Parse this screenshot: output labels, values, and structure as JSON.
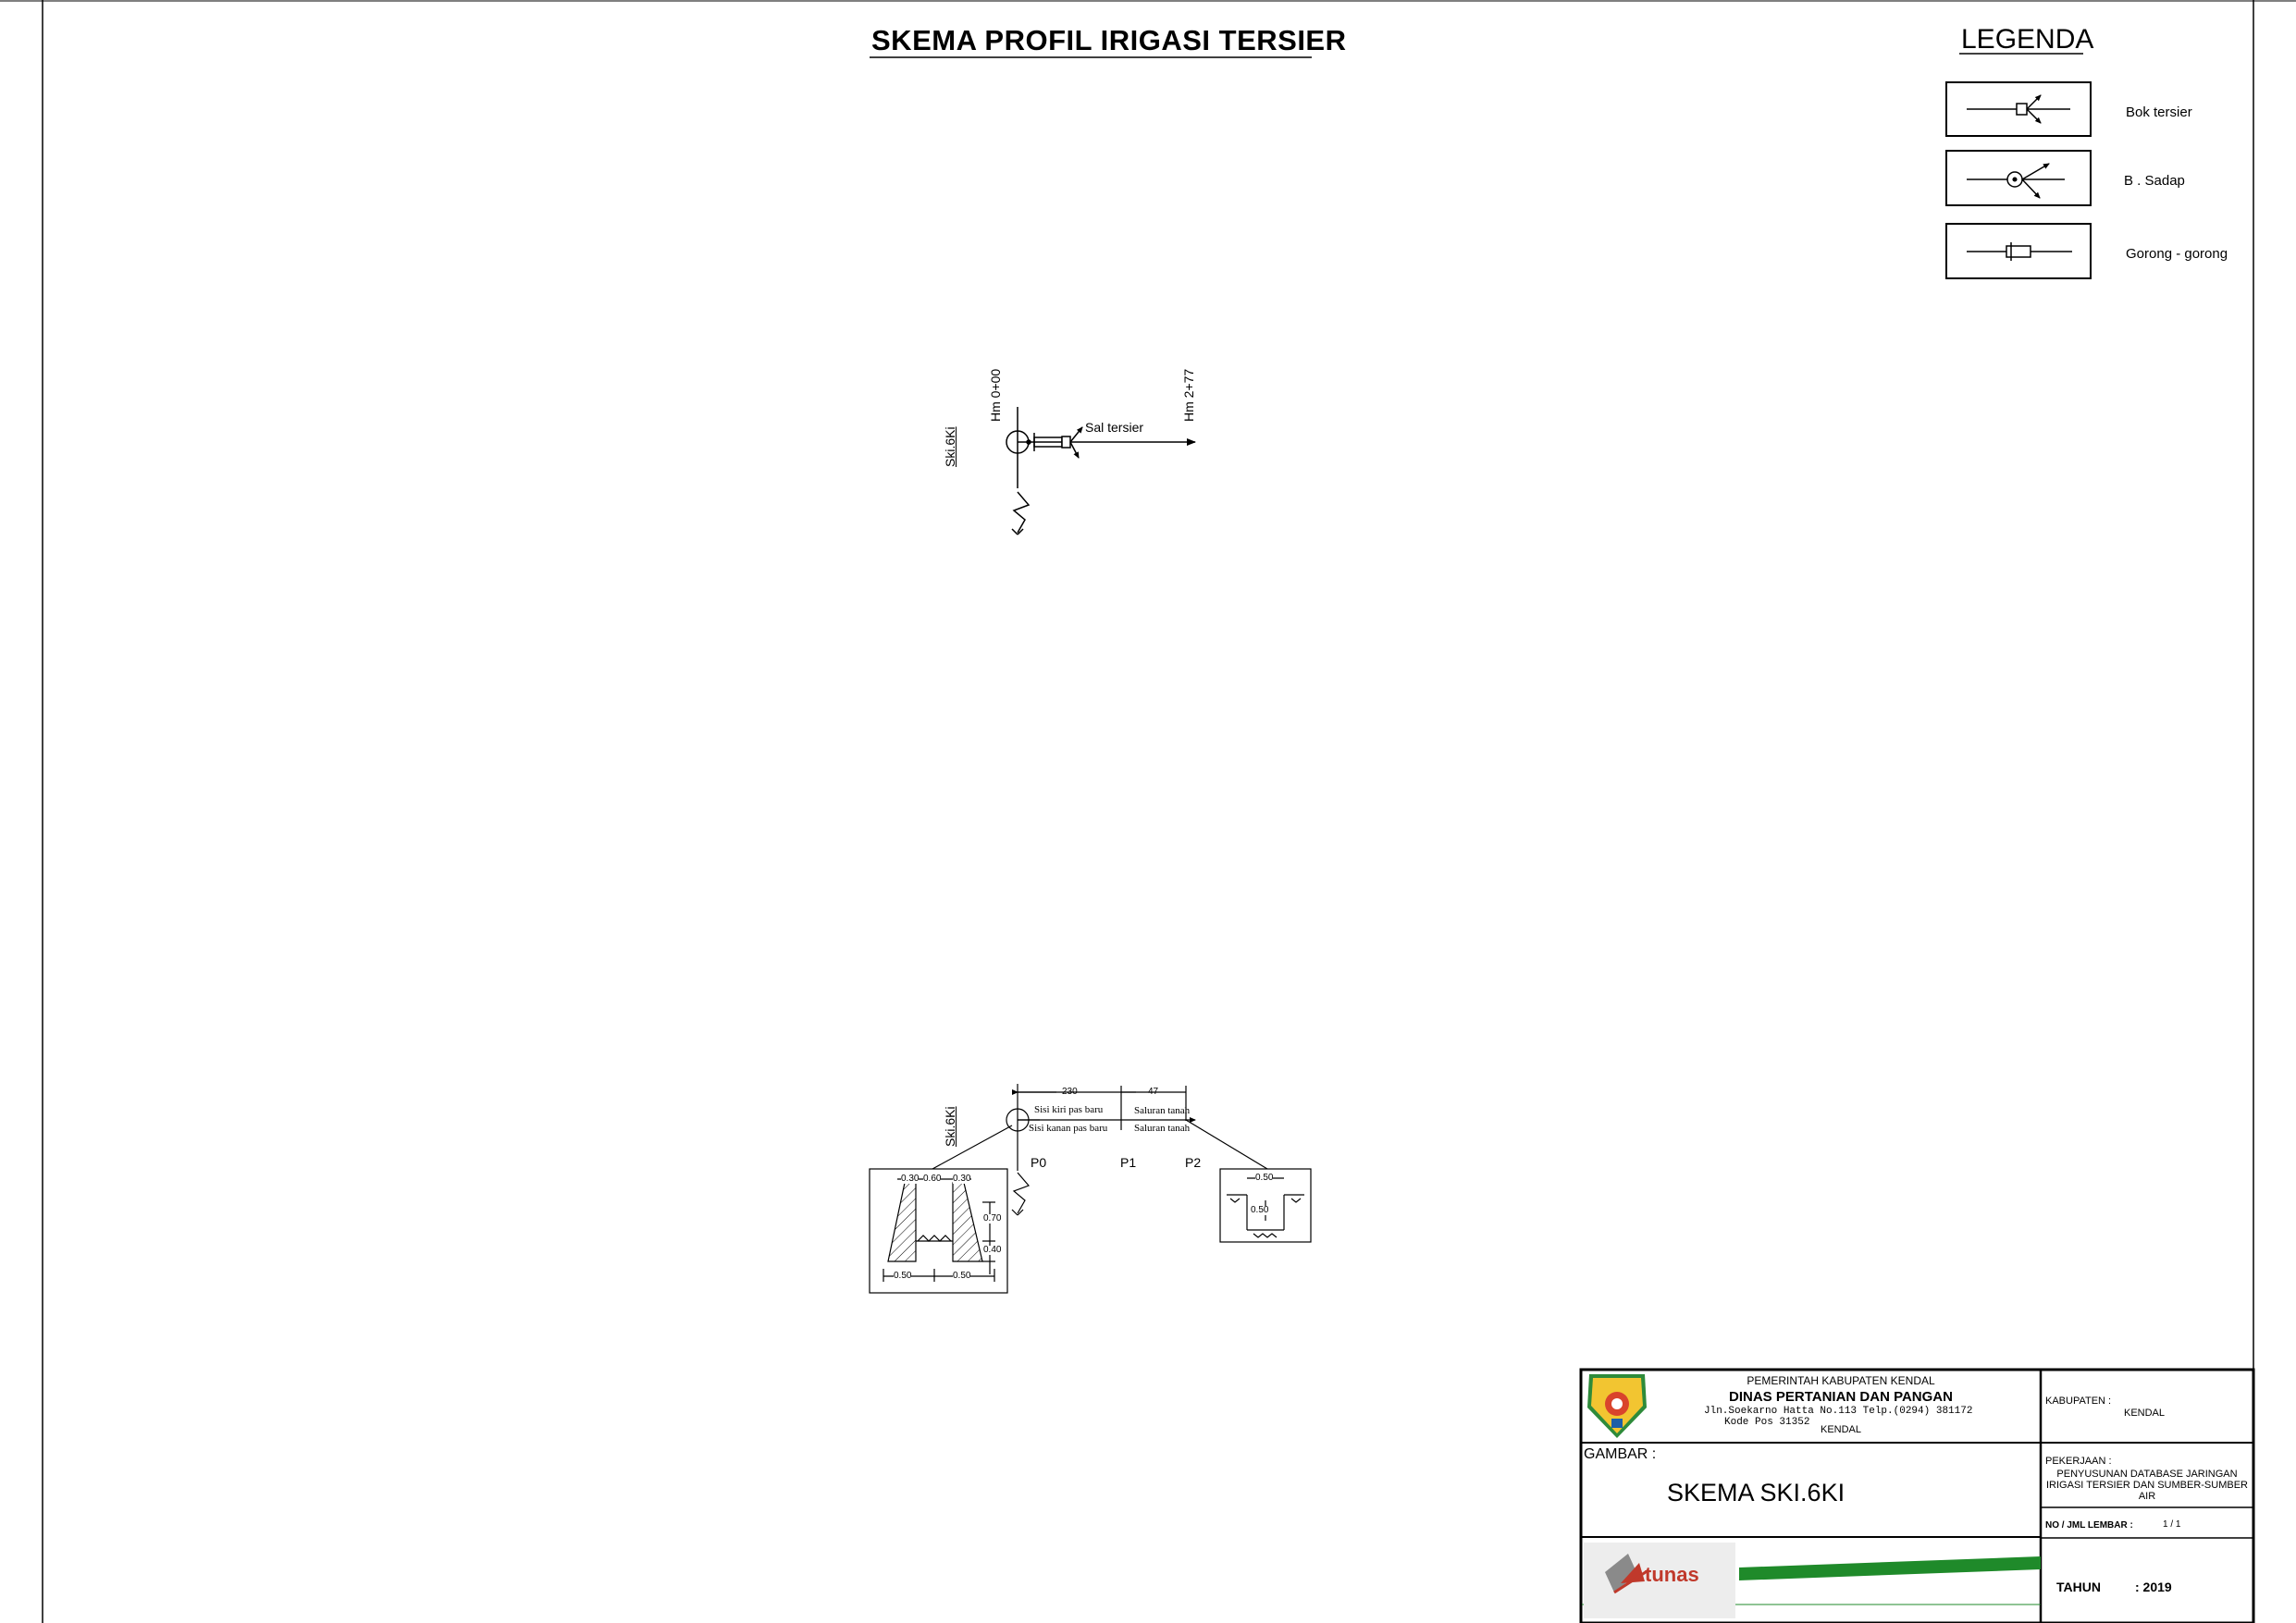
{
  "title": "SKEMA PROFIL IRIGASI TERSIER",
  "legend": {
    "heading": "LEGENDA",
    "items": [
      {
        "icon": "bok-tersier-icon",
        "label": "Bok tersier"
      },
      {
        "icon": "bangunan-sadap-icon",
        "label": "B . Sadap"
      },
      {
        "icon": "gorong-gorong-icon",
        "label": "Gorong - gorong"
      }
    ]
  },
  "schema_top": {
    "channel_code": "Ski.6Ki",
    "start_station": "Hm 0+00",
    "end_station": "Hm 2+77",
    "channel_label": "Sal tersier"
  },
  "schema_bottom": {
    "channel_code": "Ski.6Ki",
    "segment_lengths": [
      "230",
      "47"
    ],
    "left_bank_lining": "Sisi kiri pas baru",
    "right_bank_lining": "Sisi kanan pas baru",
    "left_bank_earth": "Saluran tanah",
    "right_bank_earth": "Saluran tanah",
    "points": [
      "P0",
      "P1",
      "P2"
    ],
    "section_lined": {
      "top_dims": [
        "0.30",
        "0.60",
        "0.30"
      ],
      "side_dims": [
        "0.70",
        "0.40"
      ],
      "bottom_dims": [
        "0.50",
        "0.50"
      ]
    },
    "section_earth": {
      "dims": [
        "0.50",
        "0.50"
      ]
    }
  },
  "title_block": {
    "authority": "PEMERINTAH KABUPATEN KENDAL",
    "agency": "DINAS PERTANIAN DAN PANGAN",
    "address": "Jln.Soekarno Hatta No.113 Telp.(0294) 381172",
    "postcode": "Kode Pos 31352",
    "city": "KENDAL",
    "drawing_label": "GAMBAR :",
    "drawing_title": "SKEMA SKI.6KI",
    "regency_label": "KABUPATEN :",
    "regency_value": "KENDAL",
    "work_label": "PEKERJAAN :",
    "work_value": [
      "PENYUSUNAN DATABASE JARINGAN",
      "IRIGASI TERSIER DAN SUMBER-SUMBER",
      "AIR"
    ],
    "sheet_label": "NO / JML LEMBAR :",
    "sheet_value": "1 / 1",
    "year_label": "TAHUN",
    "year_value": ": 2019",
    "consultant_logo_text": "tunas",
    "colors": {
      "green_band": "#1f8a2a",
      "logo_red": "#c0392b",
      "logo_gray": "#8a8a8a"
    }
  }
}
